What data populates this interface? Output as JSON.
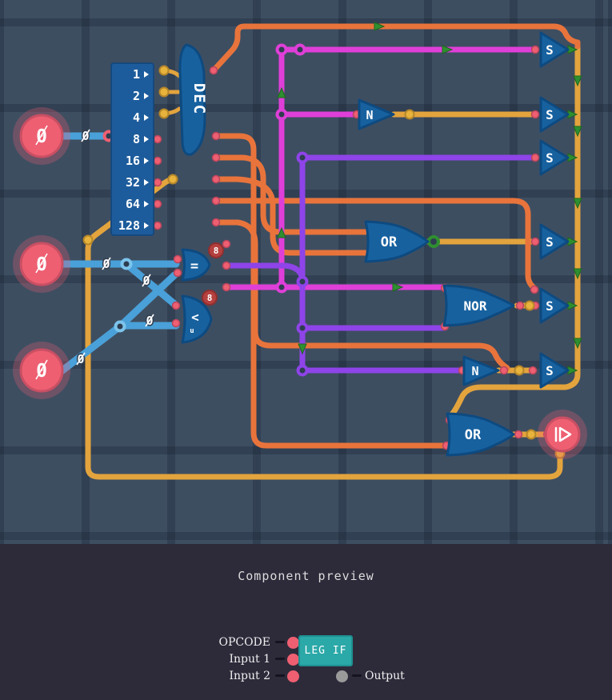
{
  "board": {
    "splitter_rows": [
      "1",
      "2",
      "4",
      "8",
      "16",
      "32",
      "64",
      "128"
    ],
    "decoder": "DEC",
    "switch": "S",
    "gate_not": "N",
    "gate_or": "OR",
    "gate_nor": "NOR",
    "gate_eq": "=",
    "gate_less": "<",
    "gate_less_sub": "u",
    "bit_width": "8",
    "zero": "0",
    "inputs": [
      "0",
      "0",
      "0"
    ],
    "icons": {
      "output": "play-icon"
    }
  },
  "preview": {
    "title": "Component preview",
    "name": "LEG IF",
    "pins": {
      "opcode": "OPCODE",
      "input1": "Input 1",
      "input2": "Input 2",
      "output": "Output"
    }
  },
  "colors": {
    "board_bg": "#3e4e61",
    "panel_bg": "#2d2b3a",
    "wire_orange": "#e8743c",
    "wire_gold": "#e3a43d",
    "wire_magenta": "#df3fd8",
    "wire_purple": "#8e44e8",
    "wire_blue": "#4aa0d8",
    "gate_blue": "#17619f",
    "pin_red": "#ee5f72",
    "node_gold": "#e7b33c",
    "arrow_green": "#2f8f30",
    "preview_teal": "#2ba8a8"
  }
}
